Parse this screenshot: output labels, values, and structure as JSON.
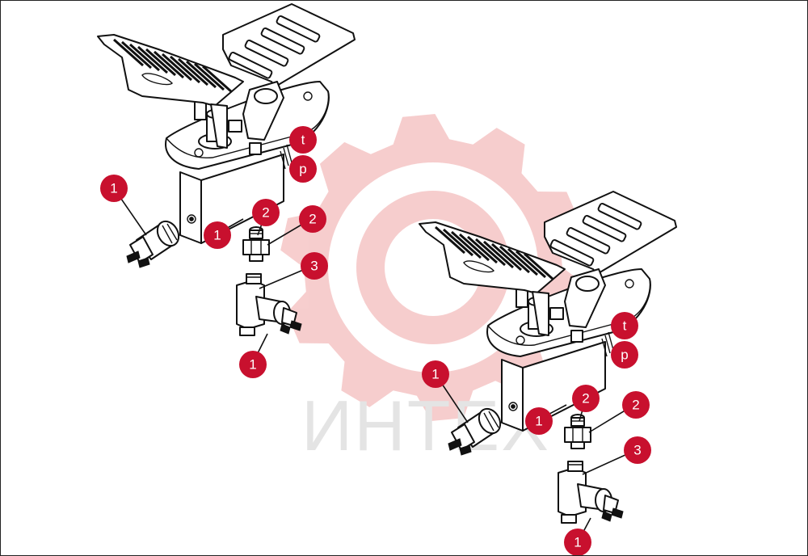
{
  "watermark": {
    "text": "ИНТЕХ",
    "gear_color": "#f0a6a6",
    "text_color": "#cfcfcf"
  },
  "callout_style": {
    "fill": "#c8102e",
    "text_color": "#ffffff"
  },
  "assemblies": [
    {
      "name": "left",
      "callouts": [
        {
          "label": "1"
        },
        {
          "label": "1"
        },
        {
          "label": "2"
        },
        {
          "label": "2"
        },
        {
          "label": "3"
        },
        {
          "label": "1"
        },
        {
          "label": "t"
        },
        {
          "label": "p"
        }
      ]
    },
    {
      "name": "right",
      "callouts": [
        {
          "label": "1"
        },
        {
          "label": "1"
        },
        {
          "label": "2"
        },
        {
          "label": "2"
        },
        {
          "label": "3"
        },
        {
          "label": "1"
        },
        {
          "label": "t"
        },
        {
          "label": "p"
        }
      ]
    }
  ]
}
